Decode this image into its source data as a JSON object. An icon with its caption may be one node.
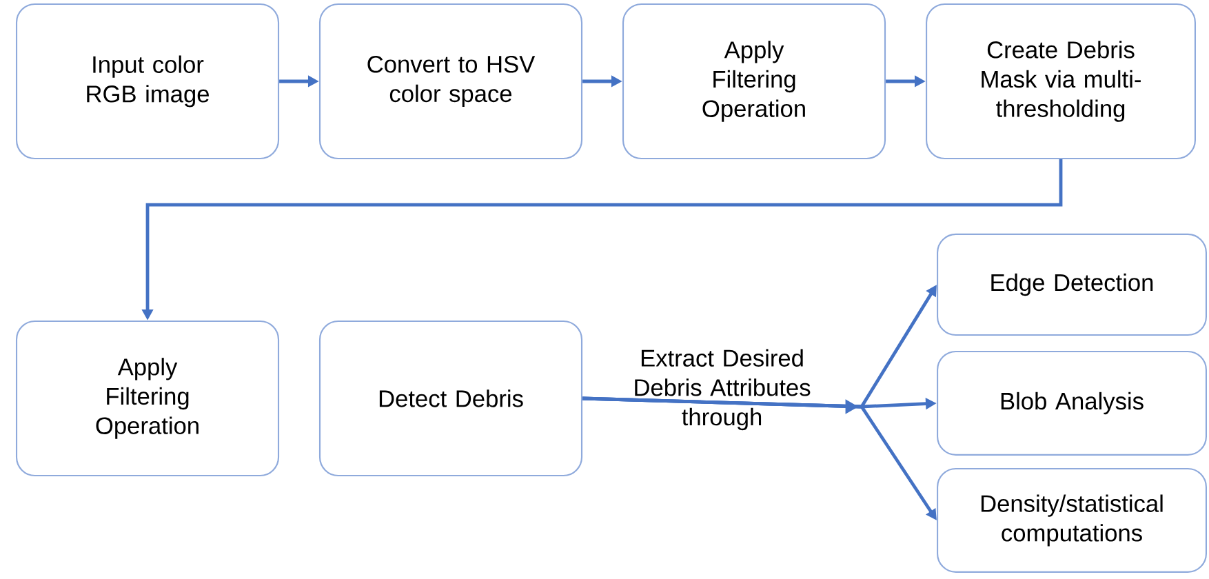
{
  "diagram": {
    "nodes": [
      {
        "text": [
          "Input color RGB image"
        ]
      },
      {
        "text": [
          "Convert to HSV color space"
        ]
      },
      {
        "text": [
          "Apply Filtering Operation"
        ]
      },
      {
        "text": [
          "Create Debris Mask via multi-thresholding"
        ]
      },
      {
        "text": [
          "Apply Filtering Operation"
        ]
      },
      {
        "text": [
          "Detect Debris"
        ]
      },
      {
        "text": [
          "Edge Detection"
        ]
      },
      {
        "text": [
          "Blob Analysis"
        ]
      },
      {
        "text": [
          "Density/statistical computations"
        ]
      }
    ],
    "edges": [
      {
        "from": 0,
        "to": 1,
        "arrow": "to"
      },
      {
        "from": 1,
        "to": 2,
        "arrow": "to"
      },
      {
        "from": 2,
        "to": 3,
        "arrow": "to"
      },
      {
        "from": 3,
        "to": 4,
        "arrow": "to"
      },
      {
        "from": 5,
        "to": 6,
        "arrow": "to"
      },
      {
        "from": 5,
        "to": 7,
        "arrow": "to",
        "label": "Extract Desired Debris Attributes through"
      },
      {
        "from": 5,
        "to": 8,
        "arrow": "to"
      }
    ]
  }
}
